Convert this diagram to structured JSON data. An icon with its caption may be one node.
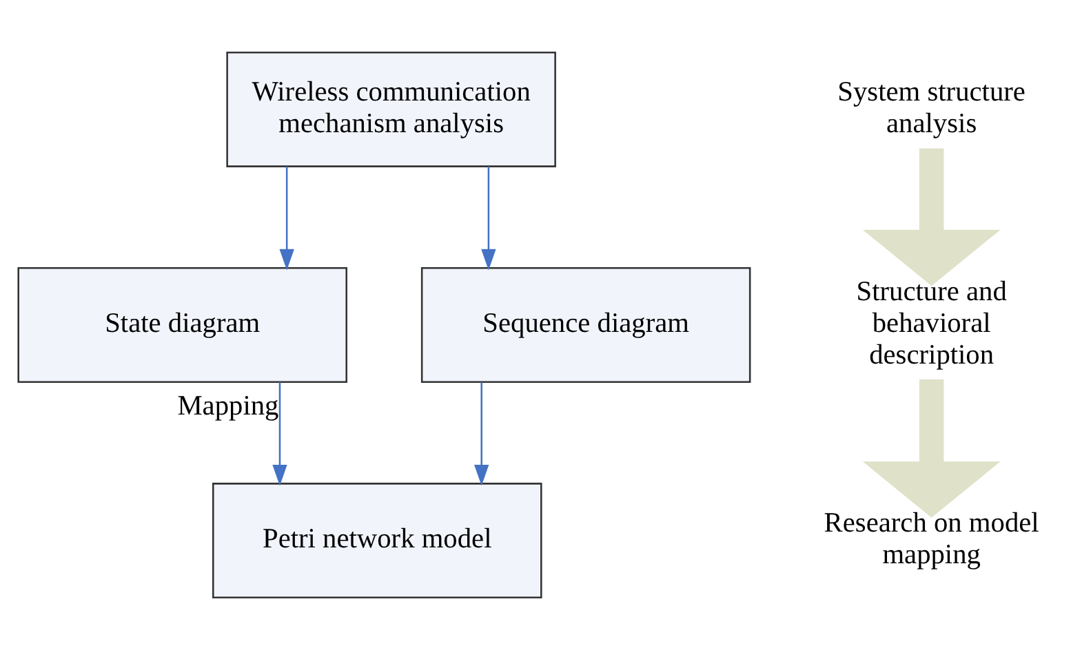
{
  "diagram": {
    "nodes": [
      {
        "text": [
          "Wireless communication mechanism analysis"
        ]
      },
      {
        "text": [
          "State diagram"
        ]
      },
      {
        "text": [
          "Sequence diagram"
        ]
      },
      {
        "text": [
          "Petri network model"
        ]
      },
      {
        "text": [
          "System structure analysis"
        ]
      },
      {
        "text": [
          "Structure and behavioral description"
        ]
      },
      {
        "text": [
          "Research on model mapping"
        ]
      }
    ],
    "edges": [
      {
        "from": 0,
        "to": 1,
        "arrow": "to"
      },
      {
        "from": 0,
        "to": 2,
        "arrow": "to"
      },
      {
        "from": 1,
        "to": 3,
        "arrow": "to",
        "label": "Mapping"
      },
      {
        "from": 2,
        "to": 3,
        "arrow": "to"
      },
      {
        "from": 4,
        "to": 5,
        "arrow": "to",
        "style": "thick",
        "color": "#dfe2c8"
      },
      {
        "from": 5,
        "to": 6,
        "arrow": "to",
        "style": "thick",
        "color": "#dfe2c8"
      }
    ]
  }
}
